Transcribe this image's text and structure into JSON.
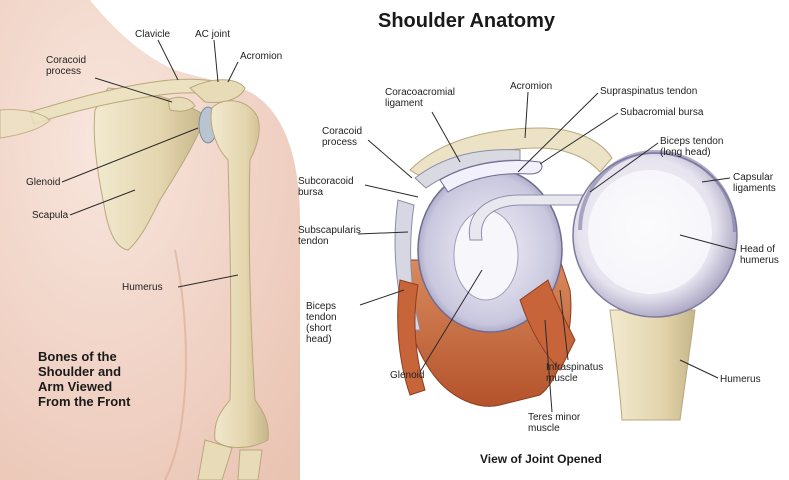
{
  "title": "Shoulder Anatomy",
  "left_caption": [
    "Bones of the",
    "Shoulder and",
    "Arm Viewed",
    "From the Front"
  ],
  "right_caption": "View of Joint Opened",
  "left_labels": {
    "clavicle": "Clavicle",
    "ac_joint": "AC joint",
    "coracoid": [
      "Coracoid",
      "process"
    ],
    "acromion": "Acromion",
    "glenoid": "Glenoid",
    "scapula": "Scapula",
    "humerus": "Humerus"
  },
  "right_labels": {
    "acromion": "Acromion",
    "coracoacromial": [
      "Coracoacromial",
      "ligament"
    ],
    "supraspinatus": "Supraspinatus tendon",
    "subacromial": "Subacromial bursa",
    "coracoid": [
      "Coracoid",
      "process"
    ],
    "biceps_long": [
      "Biceps tendon",
      "(long head)"
    ],
    "subcoracoid": [
      "Subcoracoid",
      "bursa"
    ],
    "capsular": [
      "Capsular",
      "ligaments"
    ],
    "subscapularis": [
      "Subscapularis",
      "tendon"
    ],
    "head_humerus": [
      "Head of",
      "humerus"
    ],
    "biceps_short": [
      "Biceps",
      "tendon",
      "(short",
      "head)"
    ],
    "glenoid": "Glenoid",
    "infraspinatus": [
      "Infraspinatus",
      "muscle"
    ],
    "humerus": "Humerus",
    "teres_minor": [
      "Teres minor",
      "muscle"
    ]
  },
  "colors": {
    "skin": "#f3d9cd",
    "bone": "#e8dcb8",
    "bone_shadow": "#c9b98c",
    "cartilage": "#dcdcec",
    "cartilage_dark": "#8c8cae",
    "muscle": "#c8643a",
    "label_line": "#2a2a2a"
  }
}
